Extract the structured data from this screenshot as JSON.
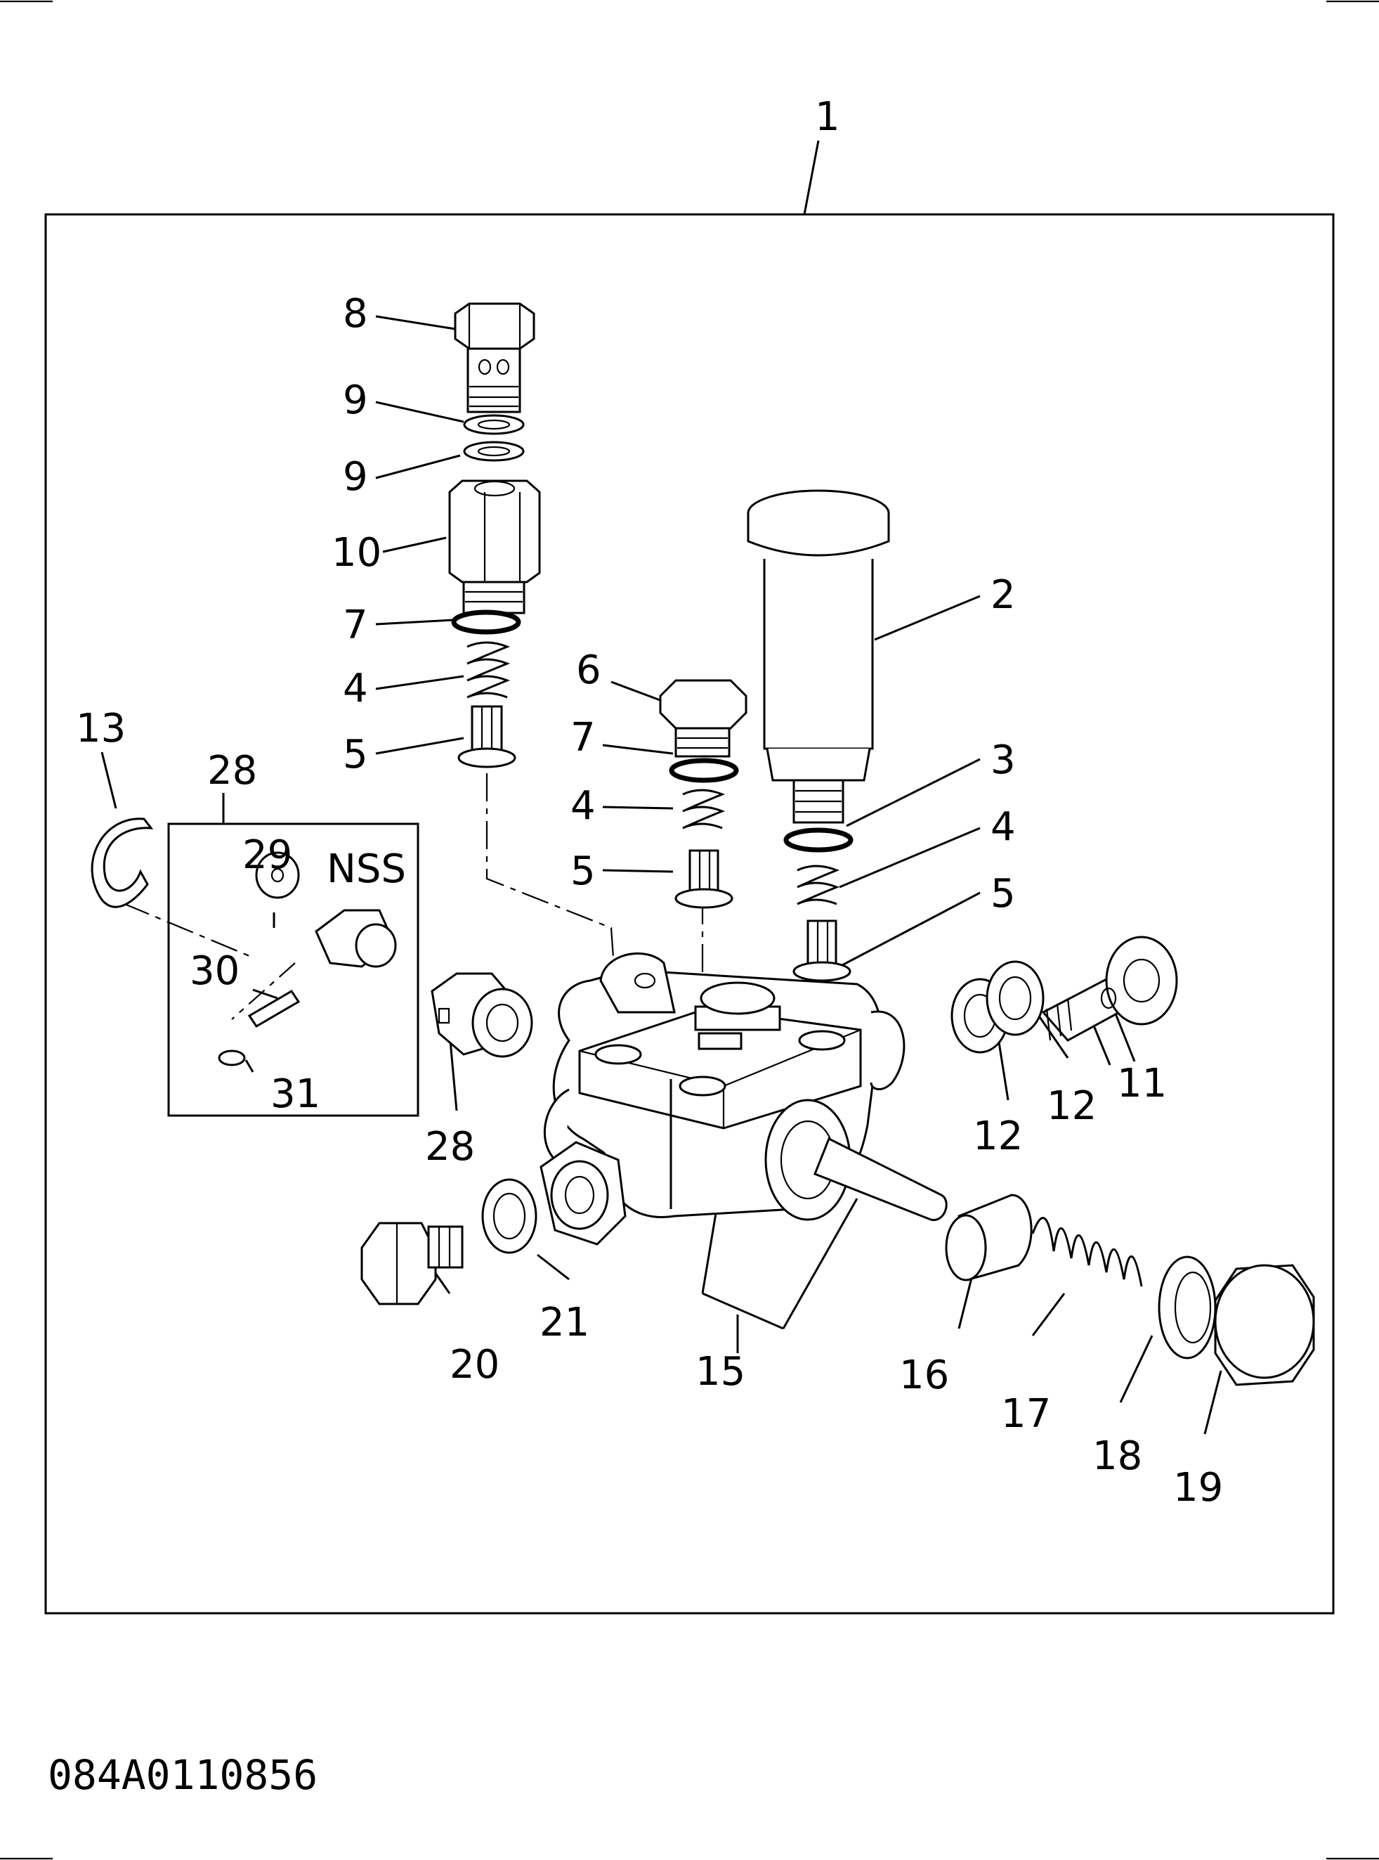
{
  "diagram_code": "084A0110856",
  "callouts": {
    "c1": "1",
    "c2": "2",
    "c3": "3",
    "c4a": "4",
    "c4b": "4",
    "c4c": "4",
    "c5a": "5",
    "c5b": "5",
    "c5c": "5",
    "c6": "6",
    "c7a": "7",
    "c7b": "7",
    "c8": "8",
    "c9a": "9",
    "c9b": "9",
    "c10": "10",
    "c11": "11",
    "c12a": "12",
    "c12b": "12",
    "c13": "13",
    "c15": "15",
    "c16": "16",
    "c17": "17",
    "c18": "18",
    "c19": "19",
    "c20": "20",
    "c21": "21",
    "c28a": "28",
    "c28b": "28",
    "c29": "29",
    "c30": "30",
    "c31": "31",
    "nss": "NSS"
  }
}
